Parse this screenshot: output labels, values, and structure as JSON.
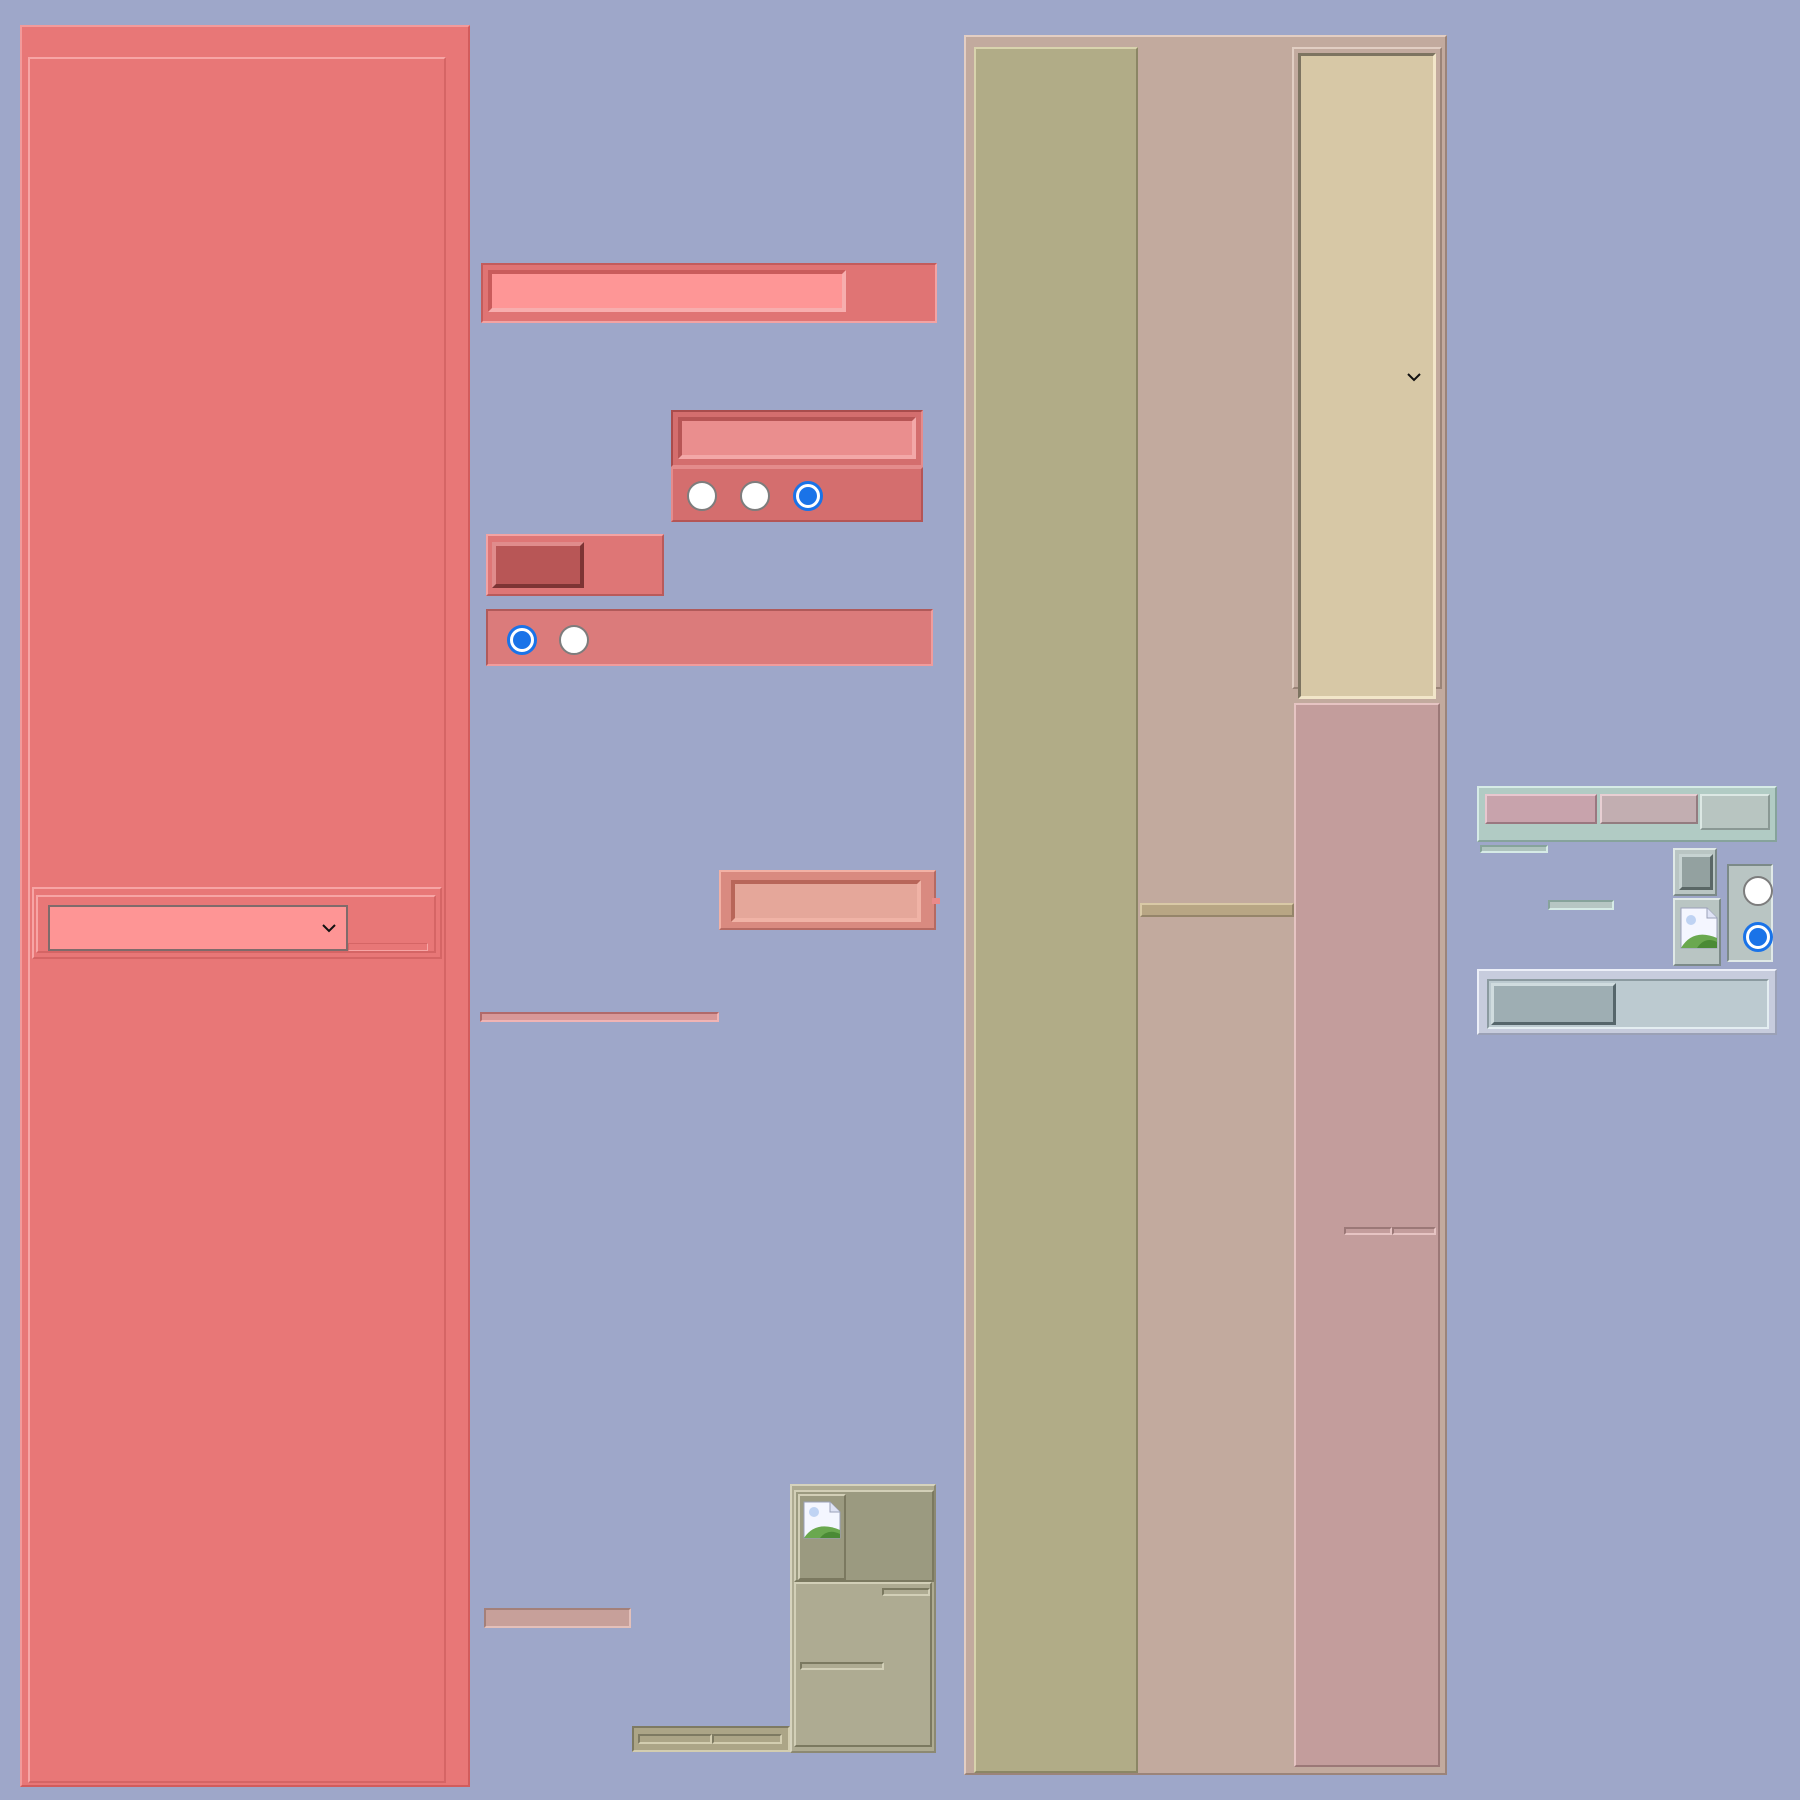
{
  "colors": {
    "background": "#9ea7c9",
    "red_panel": "#e87777",
    "red_field": "#fe9595",
    "olive_column": "#b1ac87",
    "taupe_column": "#c1aa9f",
    "sand_field": "#d7c8a6",
    "rose_panel": "#c39d9c",
    "mint_panel": "#b1cbc4",
    "lavender_panel": "#c7ccdd",
    "radio_selected": "#1a73e8"
  },
  "red_form": {
    "select": {
      "value": "",
      "icon": "chevron-down-icon"
    }
  },
  "center_controls": {
    "text_field_top": {
      "value": ""
    },
    "text_field_mid": {
      "value": ""
    },
    "radio_group_a": {
      "options": [
        "",
        "",
        ""
      ],
      "selected_index": 2
    },
    "button": {
      "label": ""
    },
    "radio_group_b": {
      "options": [
        "",
        ""
      ],
      "selected_index": 0
    },
    "text_field_low": {
      "value": ""
    }
  },
  "olive_panel": {
    "image_icon": "image-placeholder-icon"
  },
  "right_column": {
    "select": {
      "value": "",
      "icon": "chevron-down-icon"
    }
  },
  "mint_panel": {
    "tabs": [
      "",
      "",
      ""
    ],
    "image_icon": "image-placeholder-icon",
    "radio_group": {
      "options": [
        "",
        ""
      ],
      "selected_index": 1
    }
  },
  "lavender_panel": {
    "progress": 0.45
  }
}
